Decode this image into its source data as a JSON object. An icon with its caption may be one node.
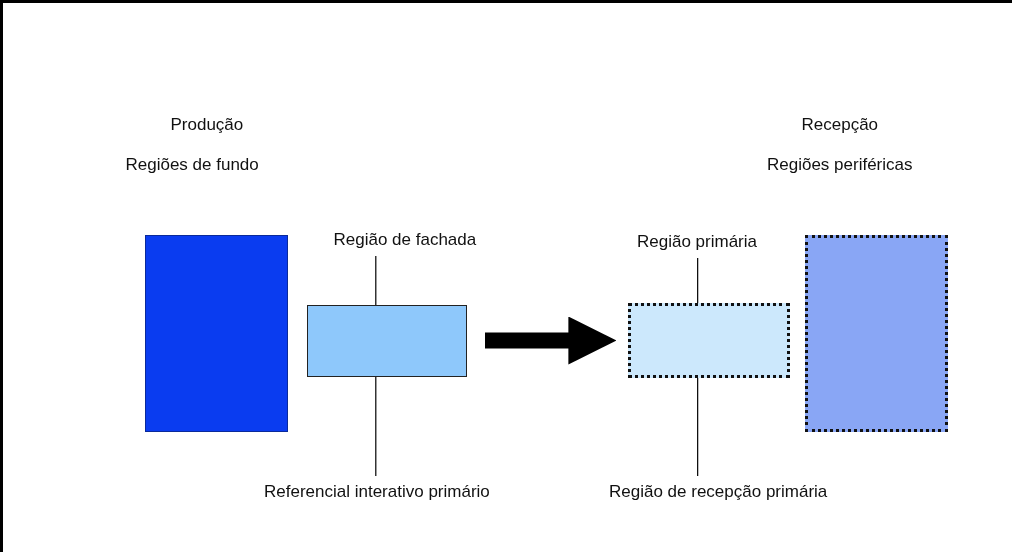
{
  "diagram": {
    "nodes": [
      {
        "text": [
          "Regiões de fundo"
        ]
      },
      {
        "text": [],
        "shape": "box"
      },
      {
        "text": [
          "Região de fachada"
        ]
      },
      {
        "text": [
          "Referencial interativo primário"
        ]
      },
      {
        "text": [],
        "shape": "box"
      },
      {
        "text": [
          "Região primária"
        ]
      },
      {
        "text": [
          "Região de recepção primária"
        ]
      },
      {
        "text": [
          "Regiões periféricas"
        ]
      }
    ],
    "labels": [
      "Produção",
      "Recepção"
    ],
    "edges": [
      {
        "from": 1,
        "to": 4,
        "arrow": "to",
        "style": "thick"
      },
      {
        "from": 2,
        "to": 1,
        "arrow": "none"
      },
      {
        "from": 3,
        "to": 1,
        "arrow": "none"
      },
      {
        "from": 5,
        "to": 4,
        "arrow": "none"
      },
      {
        "from": 6,
        "to": 4,
        "arrow": "none"
      }
    ]
  }
}
